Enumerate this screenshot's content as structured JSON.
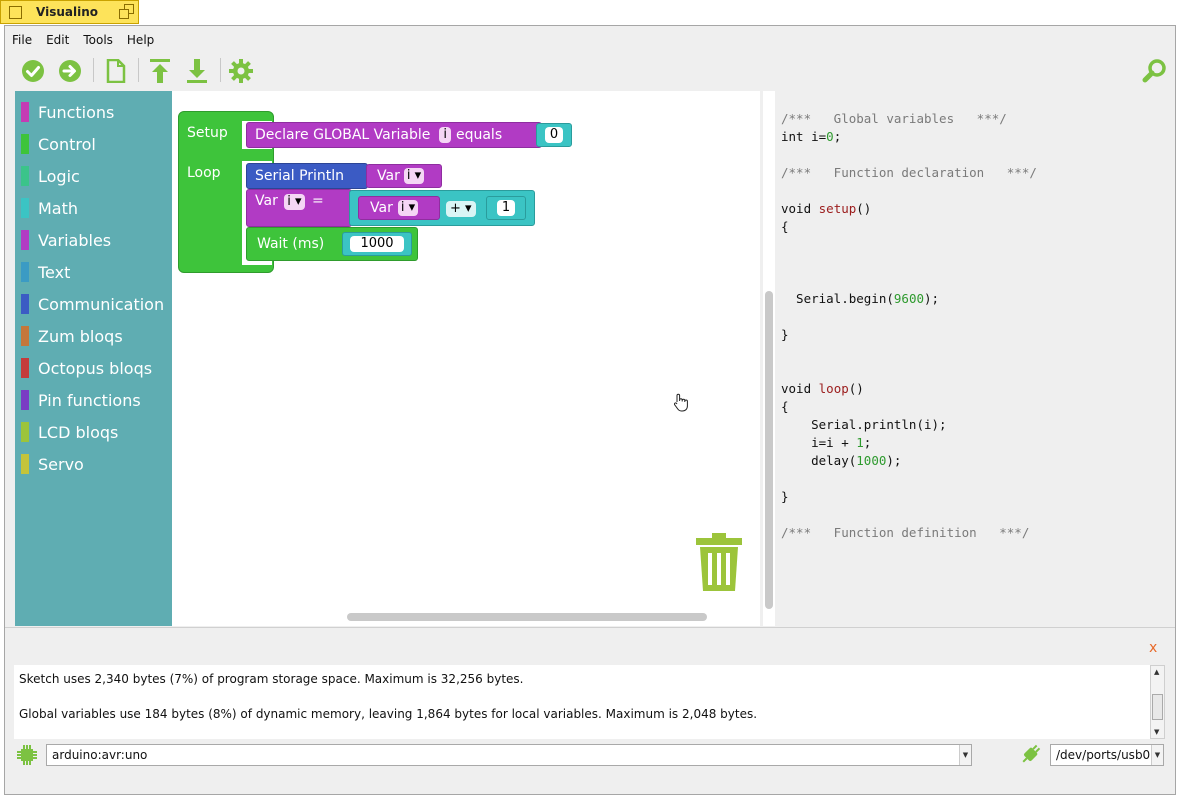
{
  "window": {
    "title": "Visualino"
  },
  "menu": [
    "File",
    "Edit",
    "Tools",
    "Help"
  ],
  "toolbar": {
    "verify": "check-icon",
    "upload": "arrow-right-icon",
    "new": "new-file-icon",
    "open": "upload-icon",
    "save": "download-icon",
    "settings": "gear-icon",
    "search": "search-icon"
  },
  "categories": [
    {
      "label": "Functions",
      "color": "#c43bb4"
    },
    {
      "label": "Control",
      "color": "#3ec43b"
    },
    {
      "label": "Logic",
      "color": "#3bc48a"
    },
    {
      "label": "Math",
      "color": "#3bc4c4"
    },
    {
      "label": "Variables",
      "color": "#b13bc4"
    },
    {
      "label": "Text",
      "color": "#3b9bc4"
    },
    {
      "label": "Communication",
      "color": "#3b5bc4"
    },
    {
      "label": "Zum bloqs",
      "color": "#c4773b"
    },
    {
      "label": "Octopus bloqs",
      "color": "#c43b3b"
    },
    {
      "label": "Pin functions",
      "color": "#7a3bc4"
    },
    {
      "label": "LCD bloqs",
      "color": "#9cc43b"
    },
    {
      "label": "Servo",
      "color": "#c4c43b"
    }
  ],
  "blocks": {
    "setup_label": "Setup",
    "loop_label": "Loop",
    "declare_text": "Declare GLOBAL Variable",
    "declare_var": "i",
    "declare_equals": "equals",
    "declare_value": "0",
    "println_text": "Serial Println",
    "var_text": "Var",
    "var_name": "i",
    "assign_equals": "=",
    "op": "+",
    "op_value": "1",
    "wait_text": "Wait (ms)",
    "wait_value": "1000",
    "dd_arrow": "▾"
  },
  "code": [
    {
      "t": "/***   Global variables   ***/",
      "k": "cm"
    },
    {
      "t": "int i=",
      "k": "",
      "n": "0",
      "e": ";"
    },
    {
      "t": "",
      "k": ""
    },
    {
      "t": "/***   Function declaration   ***/",
      "k": "cm"
    },
    {
      "t": "",
      "k": ""
    },
    {
      "t": "void ",
      "k": "",
      "f": "setup",
      "e": "()"
    },
    {
      "t": "{",
      "k": ""
    },
    {
      "t": "",
      "k": ""
    },
    {
      "t": "",
      "k": ""
    },
    {
      "t": "",
      "k": ""
    },
    {
      "t": "  Serial.begin(",
      "k": "",
      "n": "9600",
      "e": ");"
    },
    {
      "t": "",
      "k": ""
    },
    {
      "t": "}",
      "k": ""
    },
    {
      "t": "",
      "k": ""
    },
    {
      "t": "",
      "k": ""
    },
    {
      "t": "void ",
      "k": "",
      "f": "loop",
      "e": "()"
    },
    {
      "t": "{",
      "k": ""
    },
    {
      "t": "    Serial.println(i);",
      "k": ""
    },
    {
      "t": "    i=i + ",
      "k": "",
      "n": "1",
      "e": ";"
    },
    {
      "t": "    delay(",
      "k": "",
      "n": "1000",
      "e": ");"
    },
    {
      "t": "",
      "k": ""
    },
    {
      "t": "}",
      "k": ""
    },
    {
      "t": "",
      "k": ""
    },
    {
      "t": "/***   Function definition   ***/",
      "k": "cm"
    }
  ],
  "console": {
    "close_label": "x",
    "line1": "Sketch uses 2,340 bytes (7%) of program storage space. Maximum is 32,256 bytes.",
    "line2": "Global variables use 184 bytes (8%) of dynamic memory, leaving 1,864 bytes for local variables. Maximum is 2,048 bytes."
  },
  "board": {
    "value": "arduino:avr:uno",
    "icon": "chip-icon"
  },
  "port": {
    "value": "/dev/ports/usb0",
    "icon": "usb-plug-icon"
  },
  "colors": {
    "accent_green": "#7cc242",
    "category_bg": "#5fadb2",
    "block_control": "#3ec43b",
    "block_variables": "#b13bc4",
    "block_math": "#3bc4c4",
    "block_comm": "#3b5bc4"
  }
}
